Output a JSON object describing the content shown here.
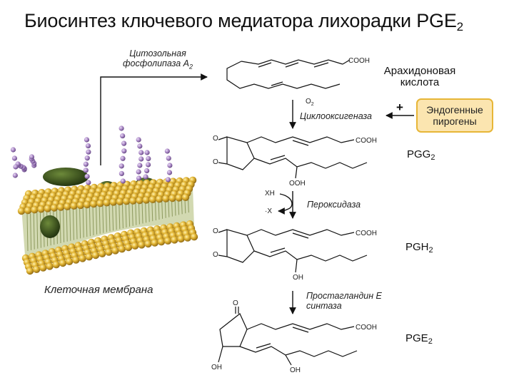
{
  "title": "Биосинтез ключевого медиатора лихорадки PGE",
  "title_sub": "2",
  "membrane_label": "Клеточная мембрана",
  "enzymes": {
    "pla2_line1": "Цитозольная",
    "pla2_line2": "фосфолипаза A",
    "pla2_sub": "2",
    "cox": "Циклооксигеназа",
    "peroxidase": "Пероксидаза",
    "pges_line1": "Простагландин E",
    "pges_line2": "синтаза"
  },
  "molecules": {
    "arachidonic_line1": "Арахидоновая",
    "arachidonic_line2": "кислота",
    "pgg2": "PGG",
    "pgh2": "PGH",
    "pge2": "PGE",
    "sub2": "2"
  },
  "pyrogens": {
    "line1": "Эндогенные",
    "line2": "пирогены",
    "plus": "+"
  },
  "chem_labels": {
    "cooh": "COOH",
    "o": "O",
    "o2": "O",
    "o2_sub": "2",
    "ooh": "OOH",
    "oh": "OH",
    "xh": "XH",
    "x": "·X"
  },
  "colors": {
    "lipid_head": "#d4a52a",
    "lipid_tail": "#7c8a4a",
    "protein": "#3f5a1f",
    "glycan": "#a886c4",
    "pyrogen_fill": "#fbe5b0",
    "pyrogen_border": "#e7b637"
  }
}
